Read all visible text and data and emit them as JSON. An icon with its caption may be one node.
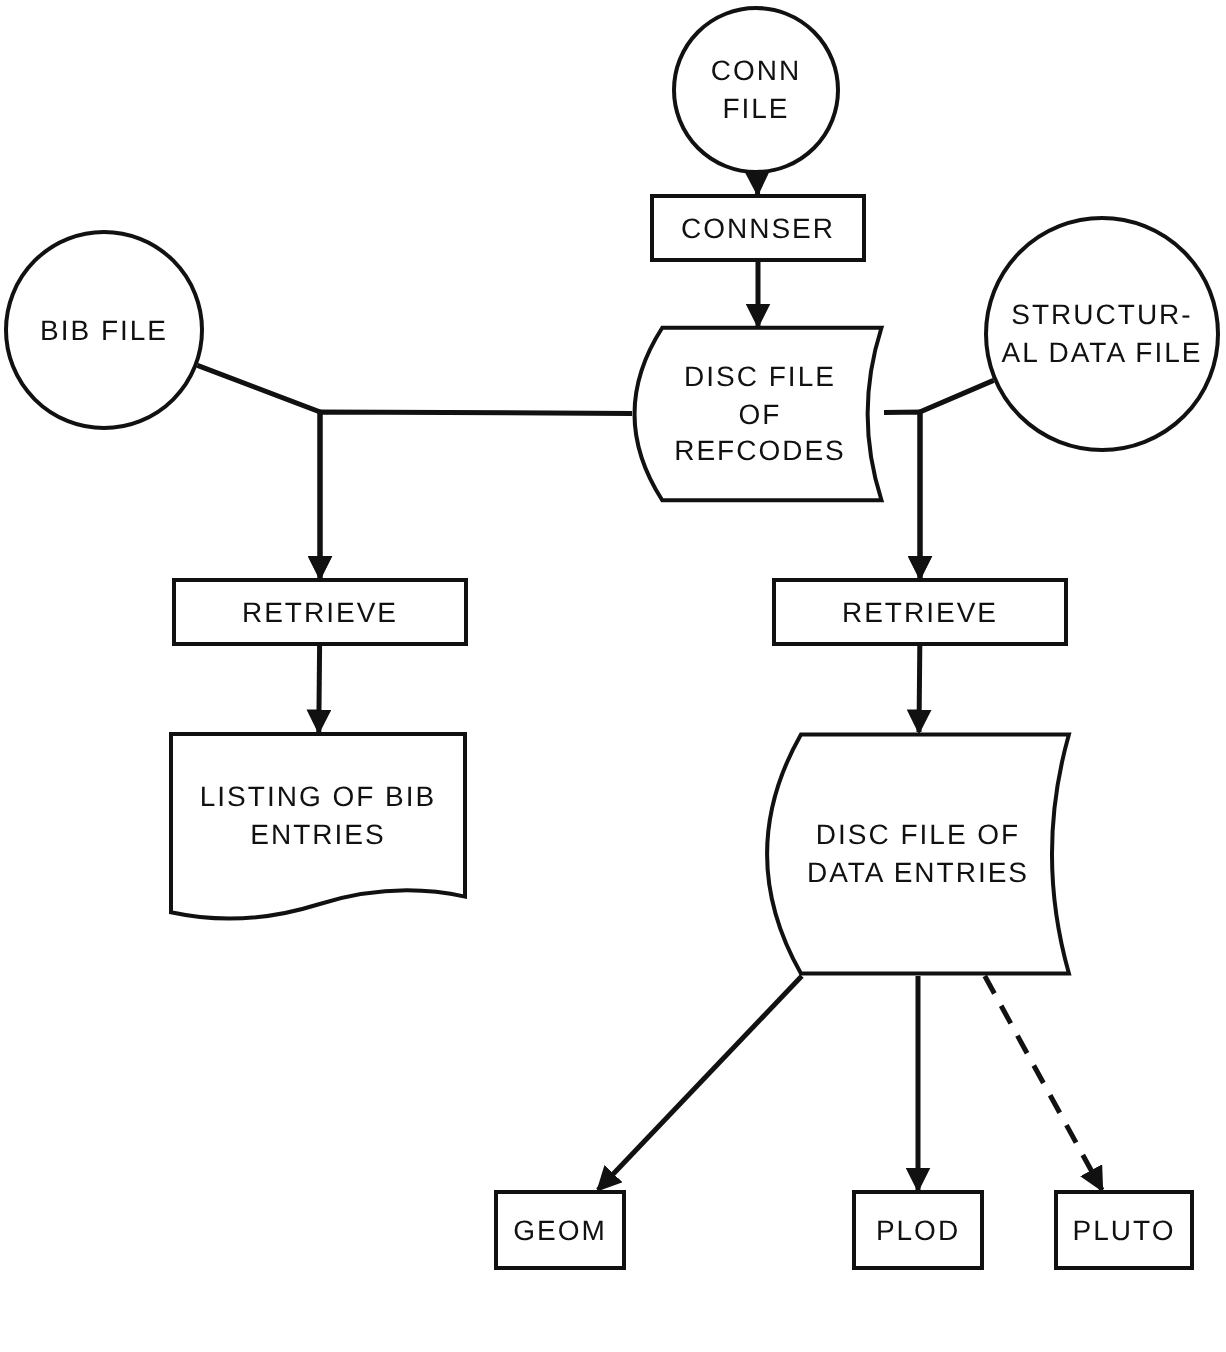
{
  "diagram": {
    "nodes": [
      {
        "text": [
          "CONN FILE"
        ]
      },
      {
        "text": [
          "CONNSER"
        ]
      },
      {
        "text": [
          "DISC FILE OF REFCODES"
        ]
      },
      {
        "text": [
          "BIB FILE"
        ]
      },
      {
        "text": [
          "STRUCTUR-AL DATA FILE"
        ]
      },
      {
        "text": [
          "RETRIEVE"
        ]
      },
      {
        "text": [
          "RETRIEVE"
        ]
      },
      {
        "text": [
          "LISTING OF BIB ENTRIES"
        ]
      },
      {
        "text": [
          "DISC FILE OF DATA ENTRIES"
        ]
      },
      {
        "text": [
          "GEOM"
        ]
      },
      {
        "text": [
          "PLOD"
        ]
      },
      {
        "text": [
          "PLUTO"
        ]
      }
    ],
    "edges": [
      {
        "from": 0,
        "to": 1,
        "arrow": "to"
      },
      {
        "from": 1,
        "to": 2,
        "arrow": "to"
      },
      {
        "from": 3,
        "to": 5,
        "arrow": "to"
      },
      {
        "from": 2,
        "to": 5,
        "arrow": "to"
      },
      {
        "from": 2,
        "to": 6,
        "arrow": "to"
      },
      {
        "from": 4,
        "to": 6,
        "arrow": "to"
      },
      {
        "from": 5,
        "to": 7,
        "arrow": "to"
      },
      {
        "from": 6,
        "to": 8,
        "arrow": "to"
      },
      {
        "from": 8,
        "to": 9,
        "arrow": "to"
      },
      {
        "from": 8,
        "to": 10,
        "arrow": "to"
      },
      {
        "from": 8,
        "to": 11,
        "arrow": "to",
        "style": "dashed"
      }
    ]
  }
}
